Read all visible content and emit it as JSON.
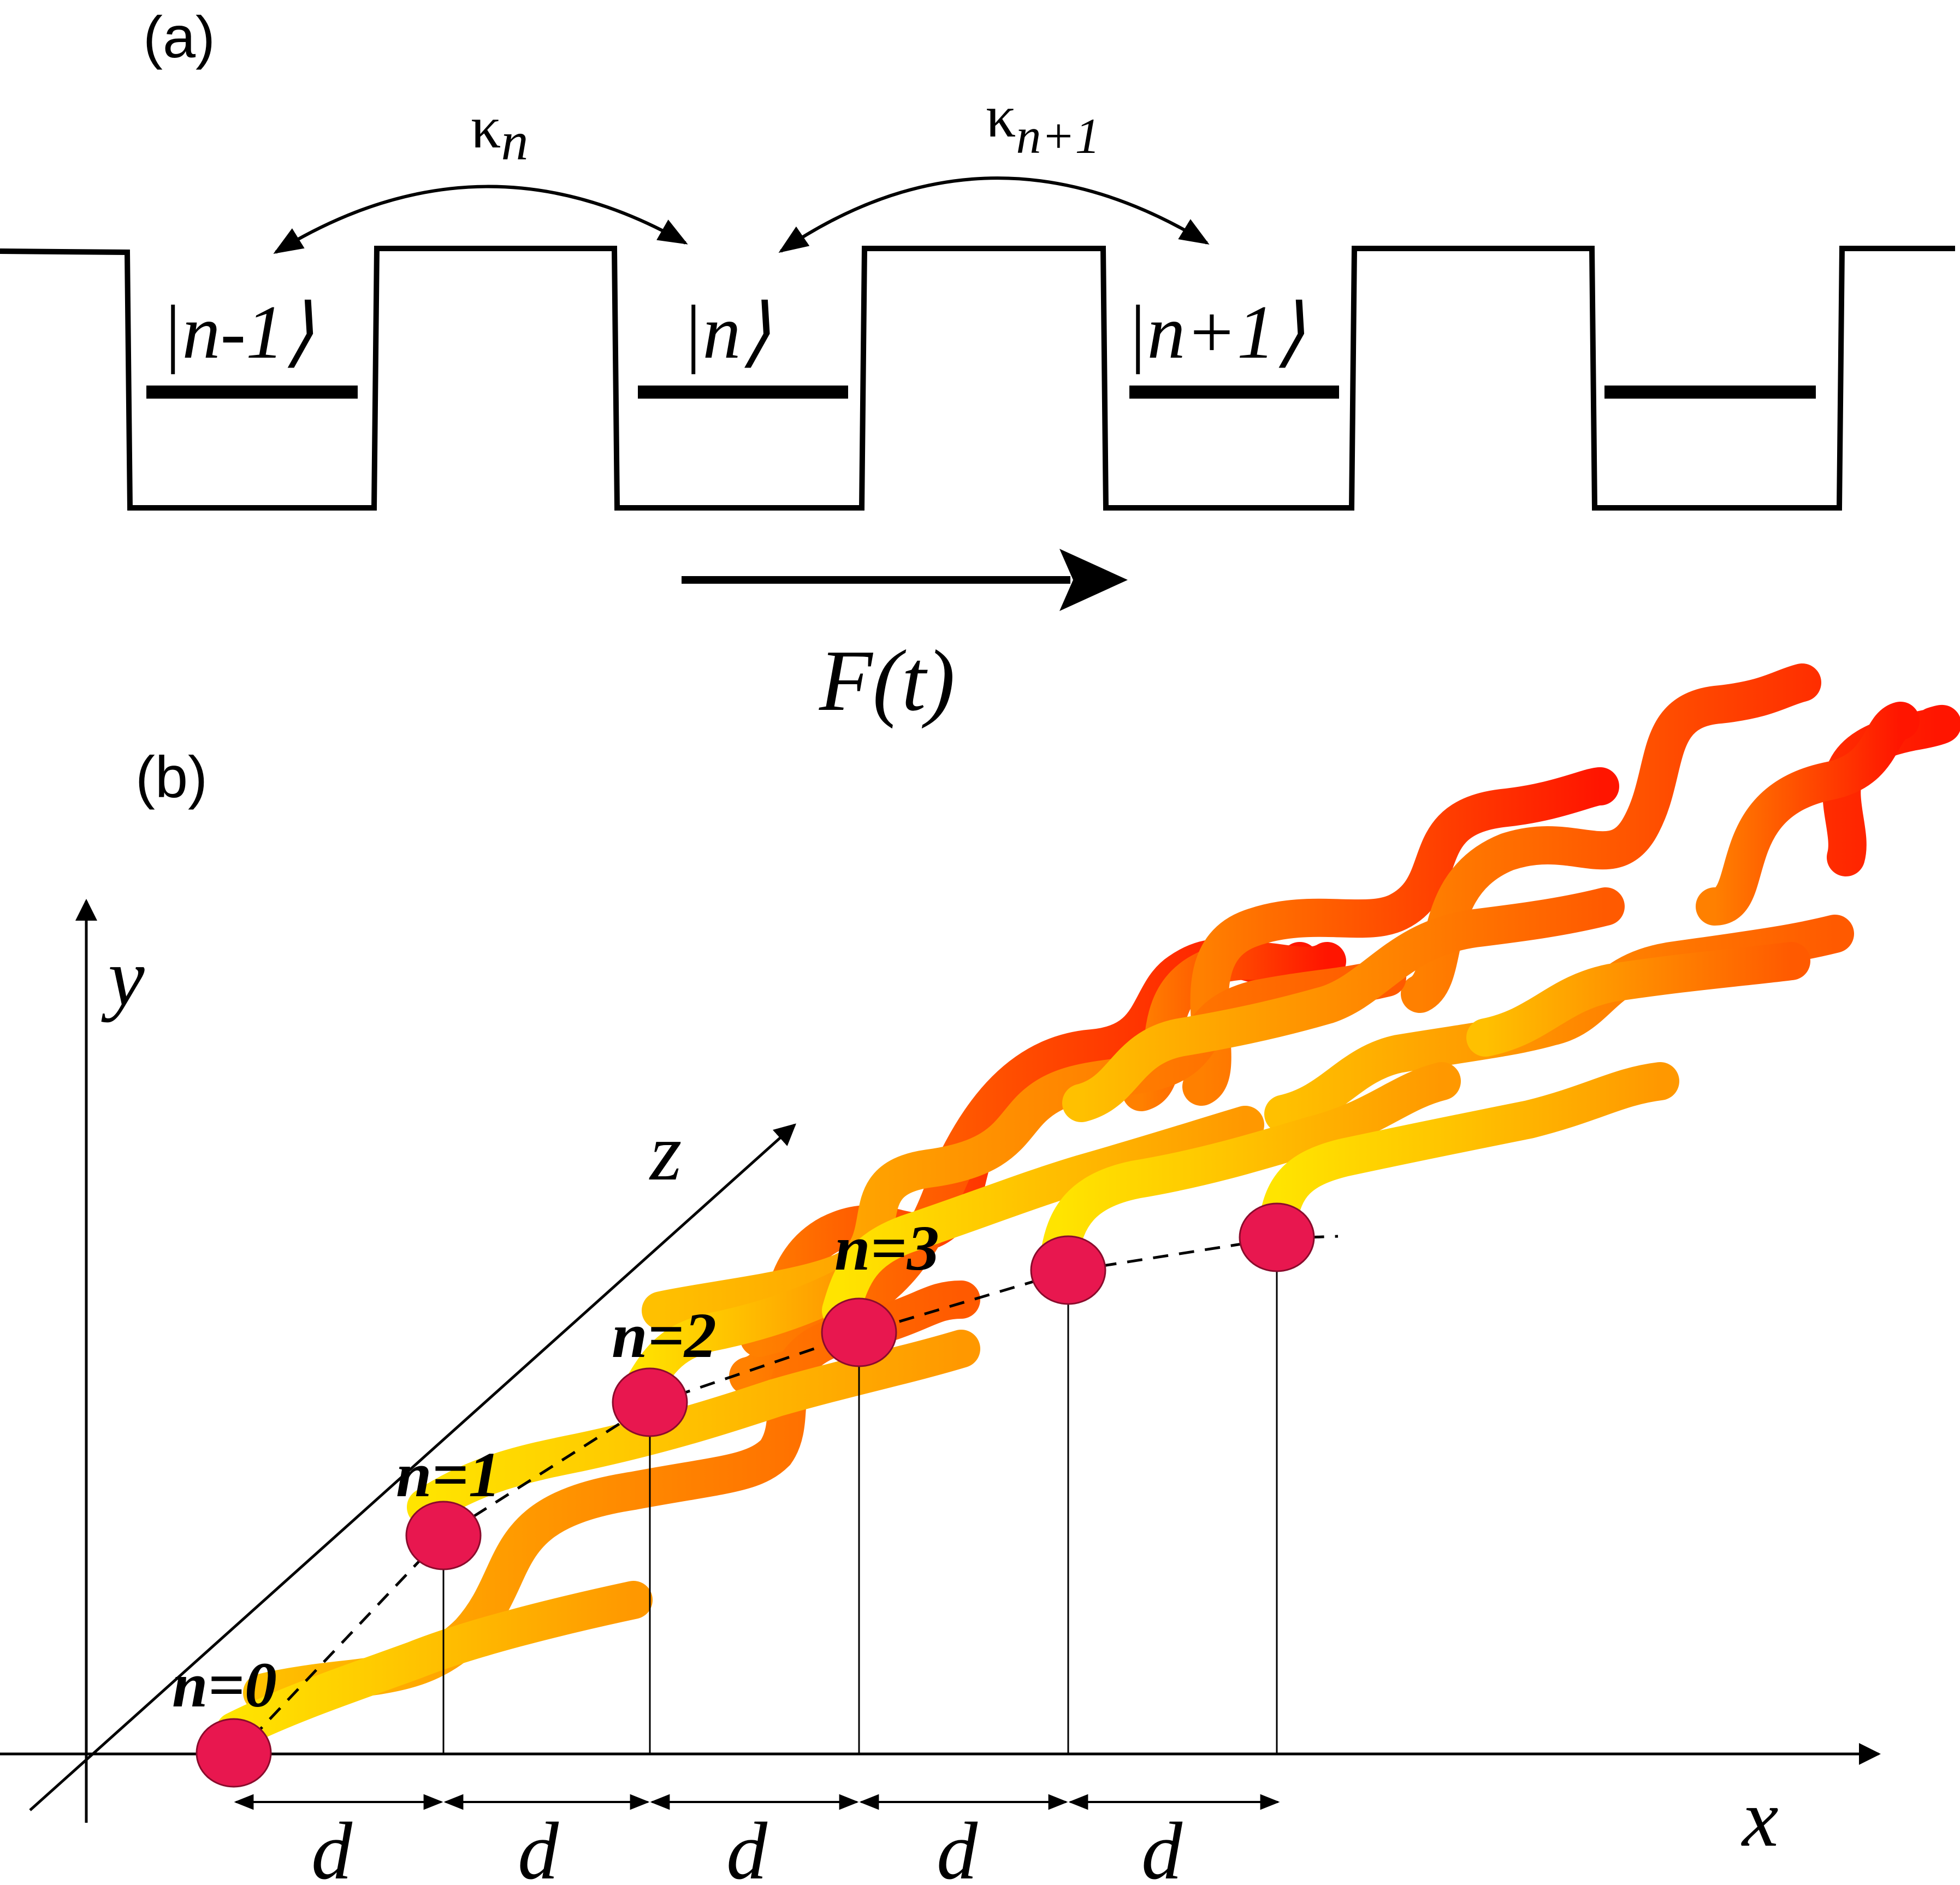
{
  "panel_a": {
    "label": "(a)",
    "coupling_left": "κ",
    "coupling_left_sub": "n",
    "coupling_right": "κ",
    "coupling_right_sub": "n+1",
    "state_left": "|n-1⟩",
    "state_mid": "|n⟩",
    "state_right": "|n+1⟩",
    "force": "F(t)"
  },
  "panel_b": {
    "label": "(b)",
    "axis_y": "y",
    "axis_z": "z",
    "axis_x": "x",
    "sites": [
      "n=0",
      "n=1",
      "n=2",
      "n=3"
    ],
    "spacing": [
      "d",
      "d",
      "d",
      "d",
      "d"
    ]
  },
  "colors": {
    "site": "#e8174f",
    "waveguide_front": "#ffd400",
    "waveguide_mid": "#ff9a00",
    "waveguide_back": "#ff2a00"
  }
}
